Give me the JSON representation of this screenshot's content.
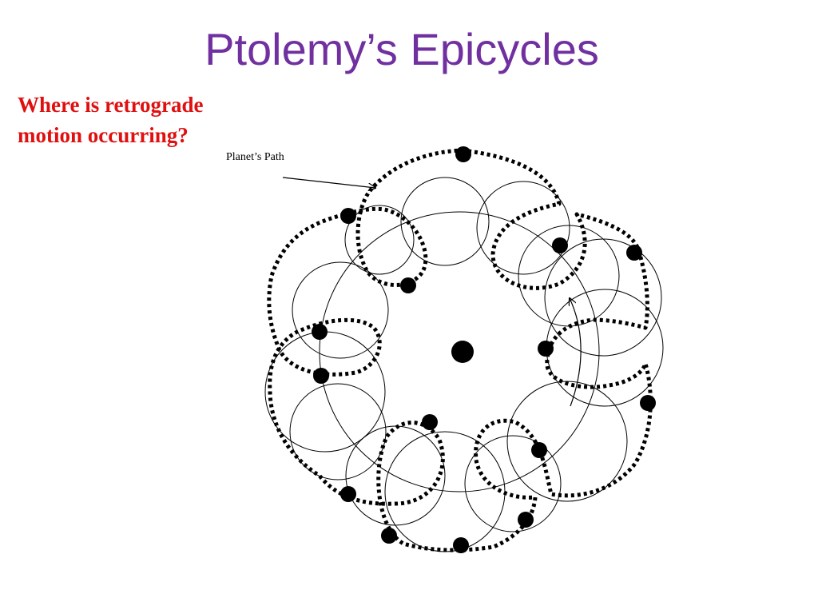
{
  "title": "Ptolemy’s Epicycles",
  "question": {
    "line1": "Where is retrograde",
    "line2": "motion occurring?"
  },
  "diagram": {
    "path_label": "Planet’s Path",
    "colors": {
      "title": "#7030a0",
      "question": "#e01010",
      "ink": "#000000"
    },
    "icons": [
      "earth-dot",
      "planet-dot",
      "arrow-head"
    ]
  }
}
